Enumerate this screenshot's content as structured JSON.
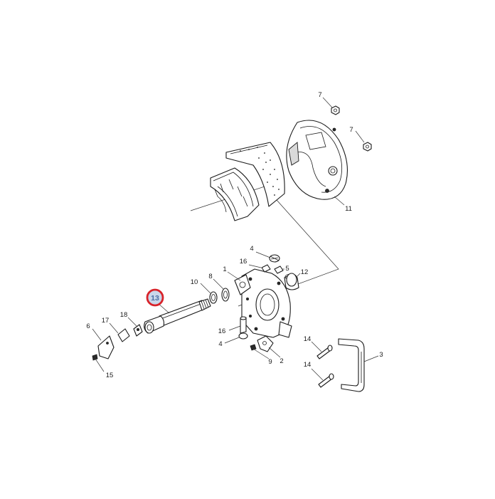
{
  "colors": {
    "highlight_ring": "#d8232a",
    "highlight_fill": "#c9d7ea",
    "highlight_text": "#4a6fa5",
    "line": "#1a1a1a"
  },
  "callouts": [
    {
      "id": "c7a",
      "text": "7"
    },
    {
      "id": "c7b",
      "text": "7"
    },
    {
      "id": "c11",
      "text": "11"
    },
    {
      "id": "c4a",
      "text": "4"
    },
    {
      "id": "c16a",
      "text": "16"
    },
    {
      "id": "c5",
      "text": "5"
    },
    {
      "id": "c12",
      "text": "12"
    },
    {
      "id": "c8",
      "text": "8"
    },
    {
      "id": "c1",
      "text": "1"
    },
    {
      "id": "c10",
      "text": "10"
    },
    {
      "id": "c6",
      "text": "6"
    },
    {
      "id": "c17",
      "text": "17"
    },
    {
      "id": "c18",
      "text": "18"
    },
    {
      "id": "c16b",
      "text": "16"
    },
    {
      "id": "c4b",
      "text": "4"
    },
    {
      "id": "c9",
      "text": "9"
    },
    {
      "id": "c2",
      "text": "2"
    },
    {
      "id": "c14a",
      "text": "14"
    },
    {
      "id": "c14b",
      "text": "14"
    },
    {
      "id": "c3",
      "text": "3"
    },
    {
      "id": "c15",
      "text": "15"
    }
  ],
  "highlighted": {
    "text": "13"
  }
}
